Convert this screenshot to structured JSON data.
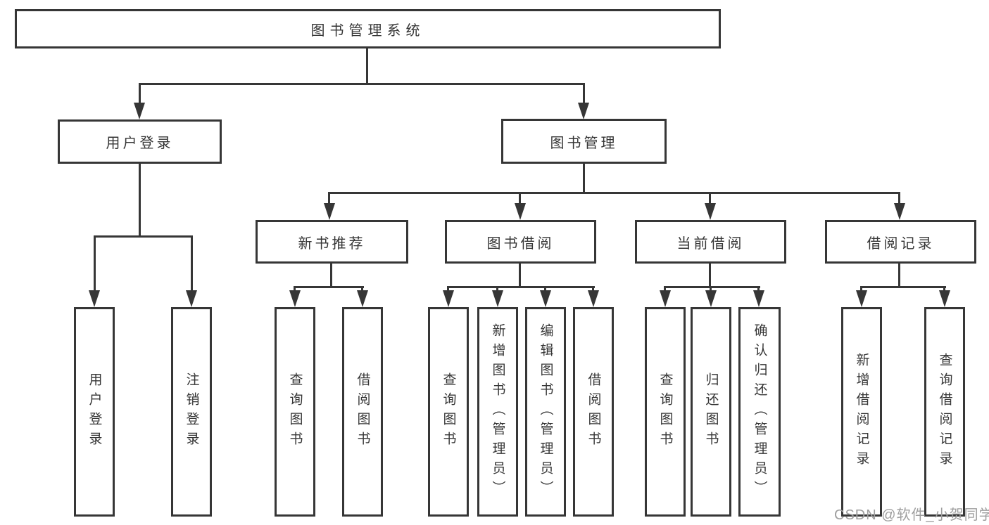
{
  "root": {
    "label": "图书管理系统"
  },
  "branches": [
    {
      "label": "用户登录",
      "children": [
        {
          "label": "用户登录"
        },
        {
          "label": "注销登录"
        }
      ]
    },
    {
      "label": "图书管理",
      "children": [
        {
          "label": "新书推荐",
          "children": [
            {
              "label": "查询图书"
            },
            {
              "label": "借阅图书"
            }
          ]
        },
        {
          "label": "图书借阅",
          "children": [
            {
              "label": "查询图书"
            },
            {
              "label": "新增图书（管理员）"
            },
            {
              "label": "编辑图书（管理员）"
            },
            {
              "label": "借阅图书"
            }
          ]
        },
        {
          "label": "当前借阅",
          "children": [
            {
              "label": "查询图书"
            },
            {
              "label": "归还图书"
            },
            {
              "label": "确认归还（管理员）"
            }
          ]
        },
        {
          "label": "借阅记录",
          "children": [
            {
              "label": "新增借阅记录"
            },
            {
              "label": "查询借阅记录"
            }
          ]
        }
      ]
    }
  ],
  "watermark": "CSDN @软件_小贺同学",
  "colors": {
    "line": "#363636",
    "text": "#363636",
    "background": "#ffffff",
    "watermark": "#9e9e9e"
  }
}
